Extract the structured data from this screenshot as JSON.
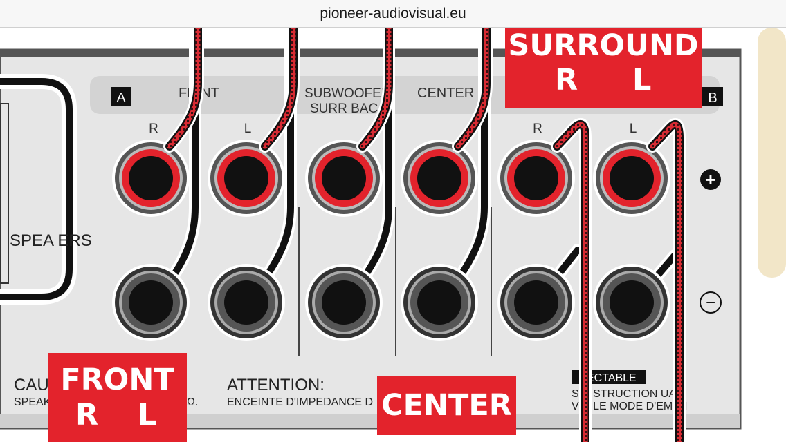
{
  "browser": {
    "url": "pioneer-audiovisual.eu"
  },
  "panel": {
    "block_a": "A",
    "block_b": "B",
    "front_label": "FR  NT",
    "subwoofer_line1": "SUBWOOFER",
    "subwoofer_line2": "SURR BAC",
    "center_label": "CENTER",
    "r_label": "R",
    "l_label": "L",
    "speakers_label": "SPEA  ERS",
    "caution_line1": "CAU",
    "caution_line2": "SPEAK",
    "ohm_fragment": "Ω.",
    "attention_line1": "ATTENTION:",
    "attention_line2": "ENCEINTE D'IMPEDANCE D",
    "selectable": "ECTABLE",
    "instruction_line1": "S   INSTRUCTION   UAL",
    "instruction_line2": "V   R LE MODE D'EM   OI",
    "plus_symbol": "+",
    "minus_symbol": "−"
  },
  "callouts": {
    "surround": {
      "title": "SURROUND",
      "r": "R",
      "l": "L"
    },
    "front": {
      "title": "FRONT",
      "r": "R",
      "l": "L"
    },
    "center": {
      "title": "CENTER"
    }
  },
  "colors": {
    "accent_red": "#e3232c",
    "panel": "#e6e6e6",
    "terminal_black": "#111111",
    "side_panel": "#f2e6c8"
  }
}
